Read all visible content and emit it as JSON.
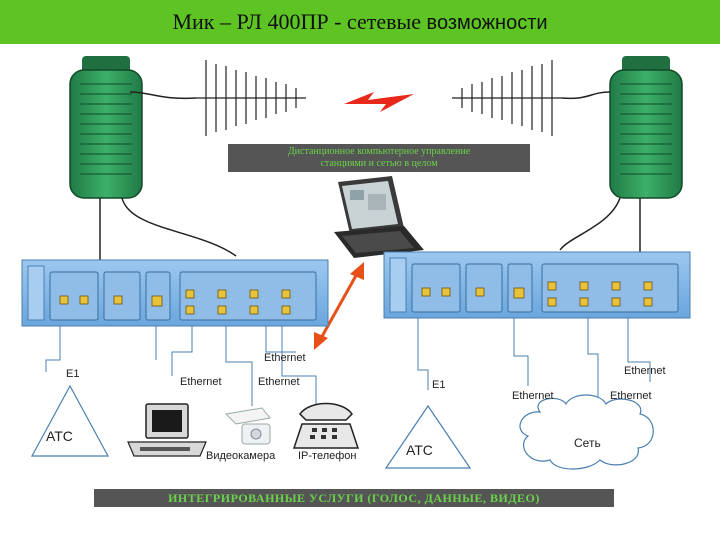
{
  "title": {
    "part1": "Мик – РЛ 400ПР",
    "part2": "- сетевые",
    "part3": "возможности"
  },
  "caption": {
    "line1": "Дистанционное компьютерное управление",
    "line2": "станциями и сетью в целом"
  },
  "labels": {
    "e1_left": "E1",
    "e1_right": "E1",
    "ats_left": "АТС",
    "ats_right": "АТС",
    "eth_1": "Ethernet",
    "eth_2": "Ethernet",
    "eth_3": "Ethernet",
    "eth_4": "Ethernet",
    "eth_5": "Ethernet",
    "eth_6": "Ethernet",
    "camera": "Видеокамера",
    "ip_phone": "IP-телефон",
    "network": "Сеть"
  },
  "bottom_banner": "ИНТЕГРИРОВАННЫЕ УСЛУГИ (ГОЛОС, ДАННЫЕ, ВИДЕО)",
  "colors": {
    "title_bg": "#5ec424",
    "radio_unit": "#2e9a5a",
    "rack_blue": "#7ab4e6",
    "banner_bg": "#555555",
    "banner_text": "#6ad34a",
    "link_arrow": "#e8501a"
  }
}
